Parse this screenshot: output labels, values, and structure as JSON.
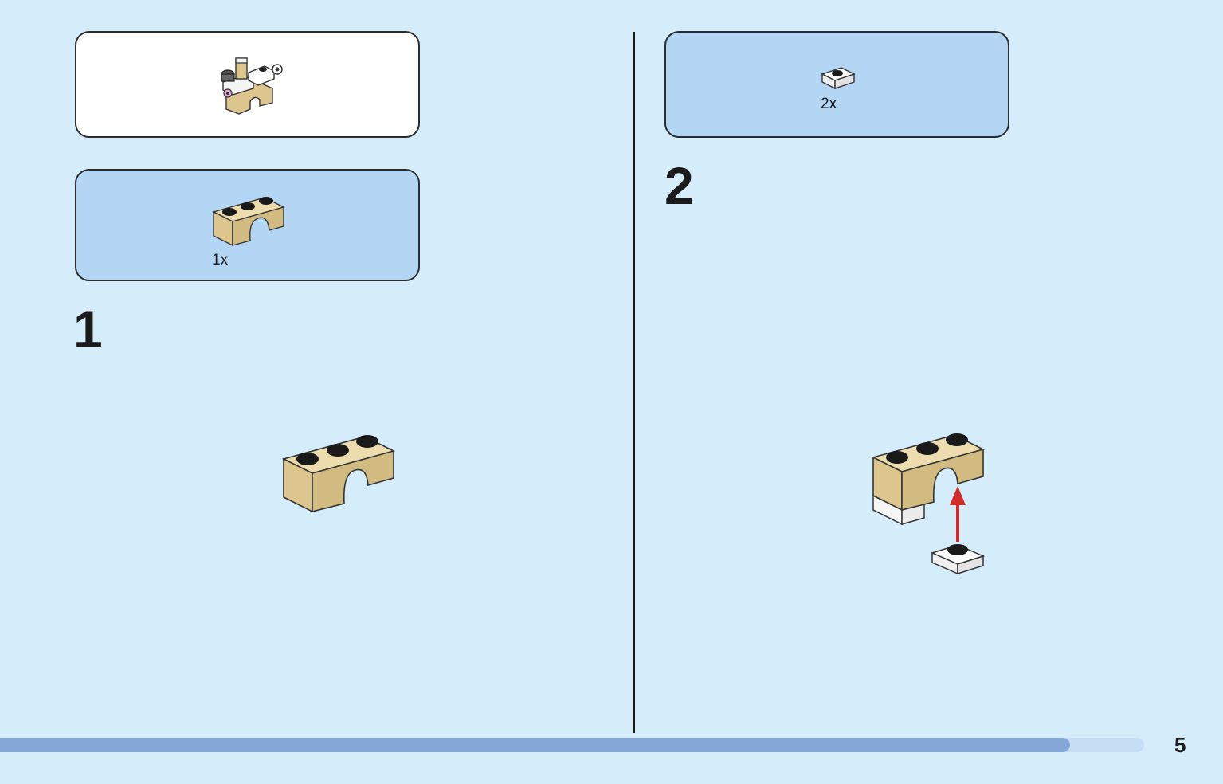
{
  "step1": {
    "number": "1",
    "parts": [
      {
        "quantity": "1x",
        "part_icon": "tan-arch-brick-icon"
      }
    ],
    "assembly_icon": "tan-arch-brick-icon"
  },
  "step2": {
    "number": "2",
    "parts": [
      {
        "quantity": "2x",
        "part_icon": "white-plate-icon"
      }
    ],
    "assembly_icon": "arch-with-white-plates-icon"
  },
  "completed_model_icon": "completed-model-icon",
  "footer": {
    "page_number": "5",
    "progress": 0.935
  },
  "colors": {
    "background": "#d5ecfa",
    "parts_box": "#b3d6f4",
    "tan_brick": "#dcc68e",
    "progress_bar": "#86a8d8",
    "arrow": "#d42a2a"
  }
}
